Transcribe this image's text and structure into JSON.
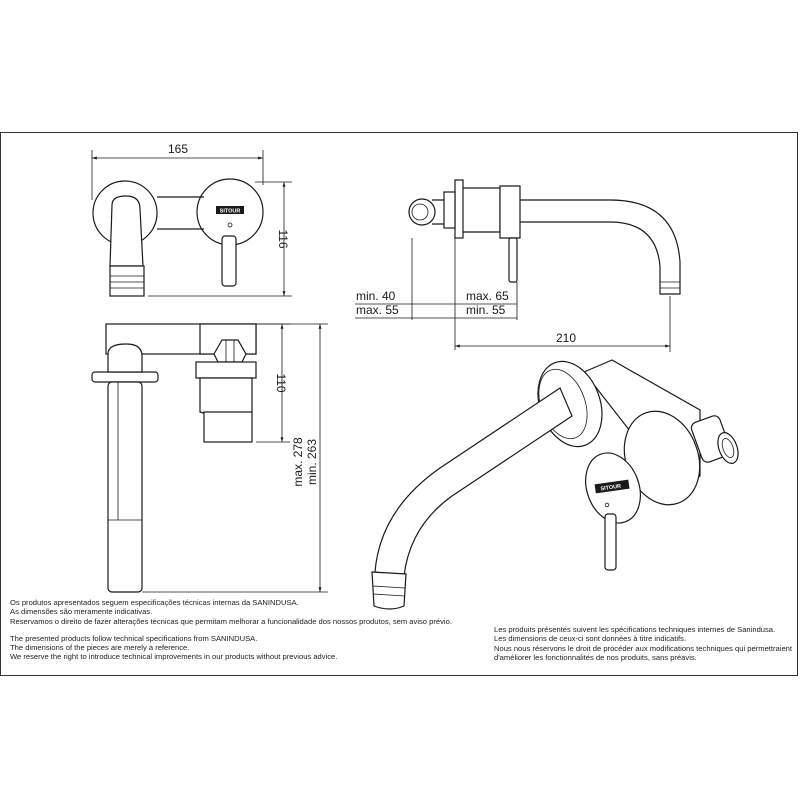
{
  "drawing": {
    "logo_text": "SITOUR",
    "dimensions": {
      "front_width": "165",
      "front_height": "116",
      "side_min_wall": "min. 40",
      "side_max_wall": "max. 55",
      "side_max_body": "max. 65",
      "side_min_body": "min. 55",
      "spout_reach": "210",
      "body_depth": "110",
      "total_max_length": "max. 278",
      "total_min_length": "min. 263"
    }
  },
  "notes": {
    "portuguese": [
      "Os produtos apresentados seguem especificações técnicas internas da SANINDUSA.",
      "As dimensões são meramente indicativas.",
      "Reservamos o direito de fazer alterações técnicas que permitam melhorar a funcionalidade dos nossos produtos, sem aviso prévio."
    ],
    "english": [
      "The presented products follow technical specifications from SANINDUSA.",
      "The dimensions of the pieces are merely a reference.",
      "We reserve the right to introduce technical improvements in our products without previous advice."
    ],
    "french": [
      "Les produits présentés suivent les spécifications techniques internes de Sanindusa.",
      "Les dimensions de ceux-ci sont données à titre indicatifs.",
      "Nous nous réservons le droit de procéder aux modifications techniques qui permettraient",
      "d'améliorer les fonctionnalités de nos produits, sans préavis."
    ]
  }
}
